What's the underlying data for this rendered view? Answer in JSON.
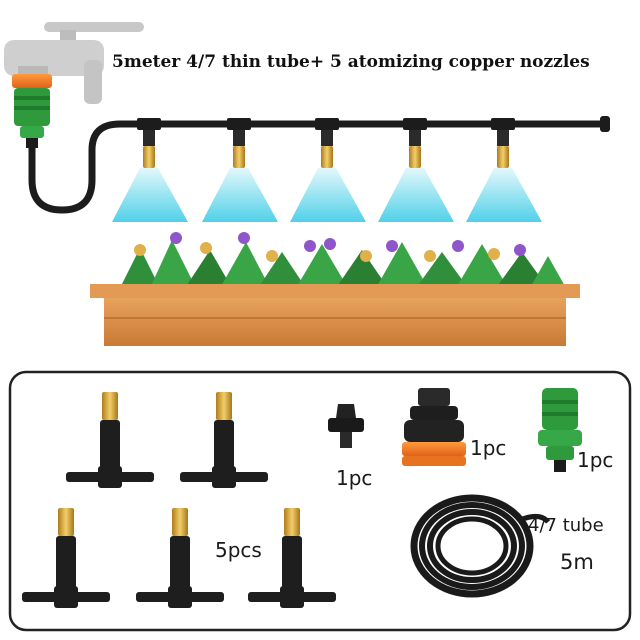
{
  "headline": "5meter 4/7 thin tube+  5 atomizing copper nozzles",
  "parts": {
    "plug_qty": "1pc",
    "tap_adapter_qty": "1pc",
    "quick_connector_qty": "1pc",
    "nozzle_qty": "5pcs",
    "tube_label": "4/7  tube",
    "tube_length": "5m"
  },
  "colors": {
    "tube": "#1c1c1c",
    "brass": "#d9a636",
    "spray": "#4fd0e8",
    "connector_green": "#2e9a3c",
    "planter": "#d98a45",
    "frame": "#222222"
  }
}
